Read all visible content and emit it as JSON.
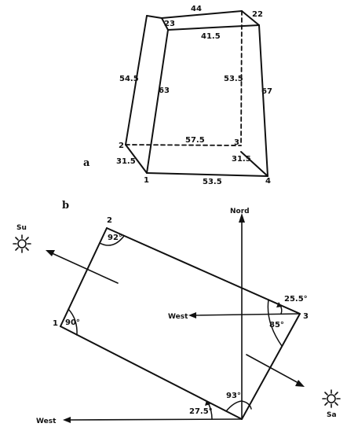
{
  "panel_a": {
    "tag": "a",
    "vertices": {
      "v1": "1",
      "v2": "2",
      "v3": "3",
      "v4": "4",
      "v22": "22",
      "v23": "23"
    },
    "edges": {
      "top_outer": "44",
      "top_inner": "41.5",
      "front_left": "63",
      "front_right": "53.5",
      "back_left": "54.5",
      "back_right": "67",
      "bottom_back": "57.5",
      "bottom_front": "53.5",
      "short_left": "31.5",
      "short_right": "31.5"
    }
  },
  "panel_b": {
    "tag": "b",
    "vertices": {
      "v1": "1",
      "v2": "2",
      "v3": "3"
    },
    "angles": {
      "a1": "90°",
      "a2": "92°",
      "a3": "85°",
      "a4": "93°",
      "ang_255": "25.5°",
      "ang_275": "27.5°"
    },
    "directions": {
      "north": "Nord",
      "west_mid": "West",
      "west_bottom": "West",
      "su": "Su",
      "sa": "Sa"
    }
  }
}
